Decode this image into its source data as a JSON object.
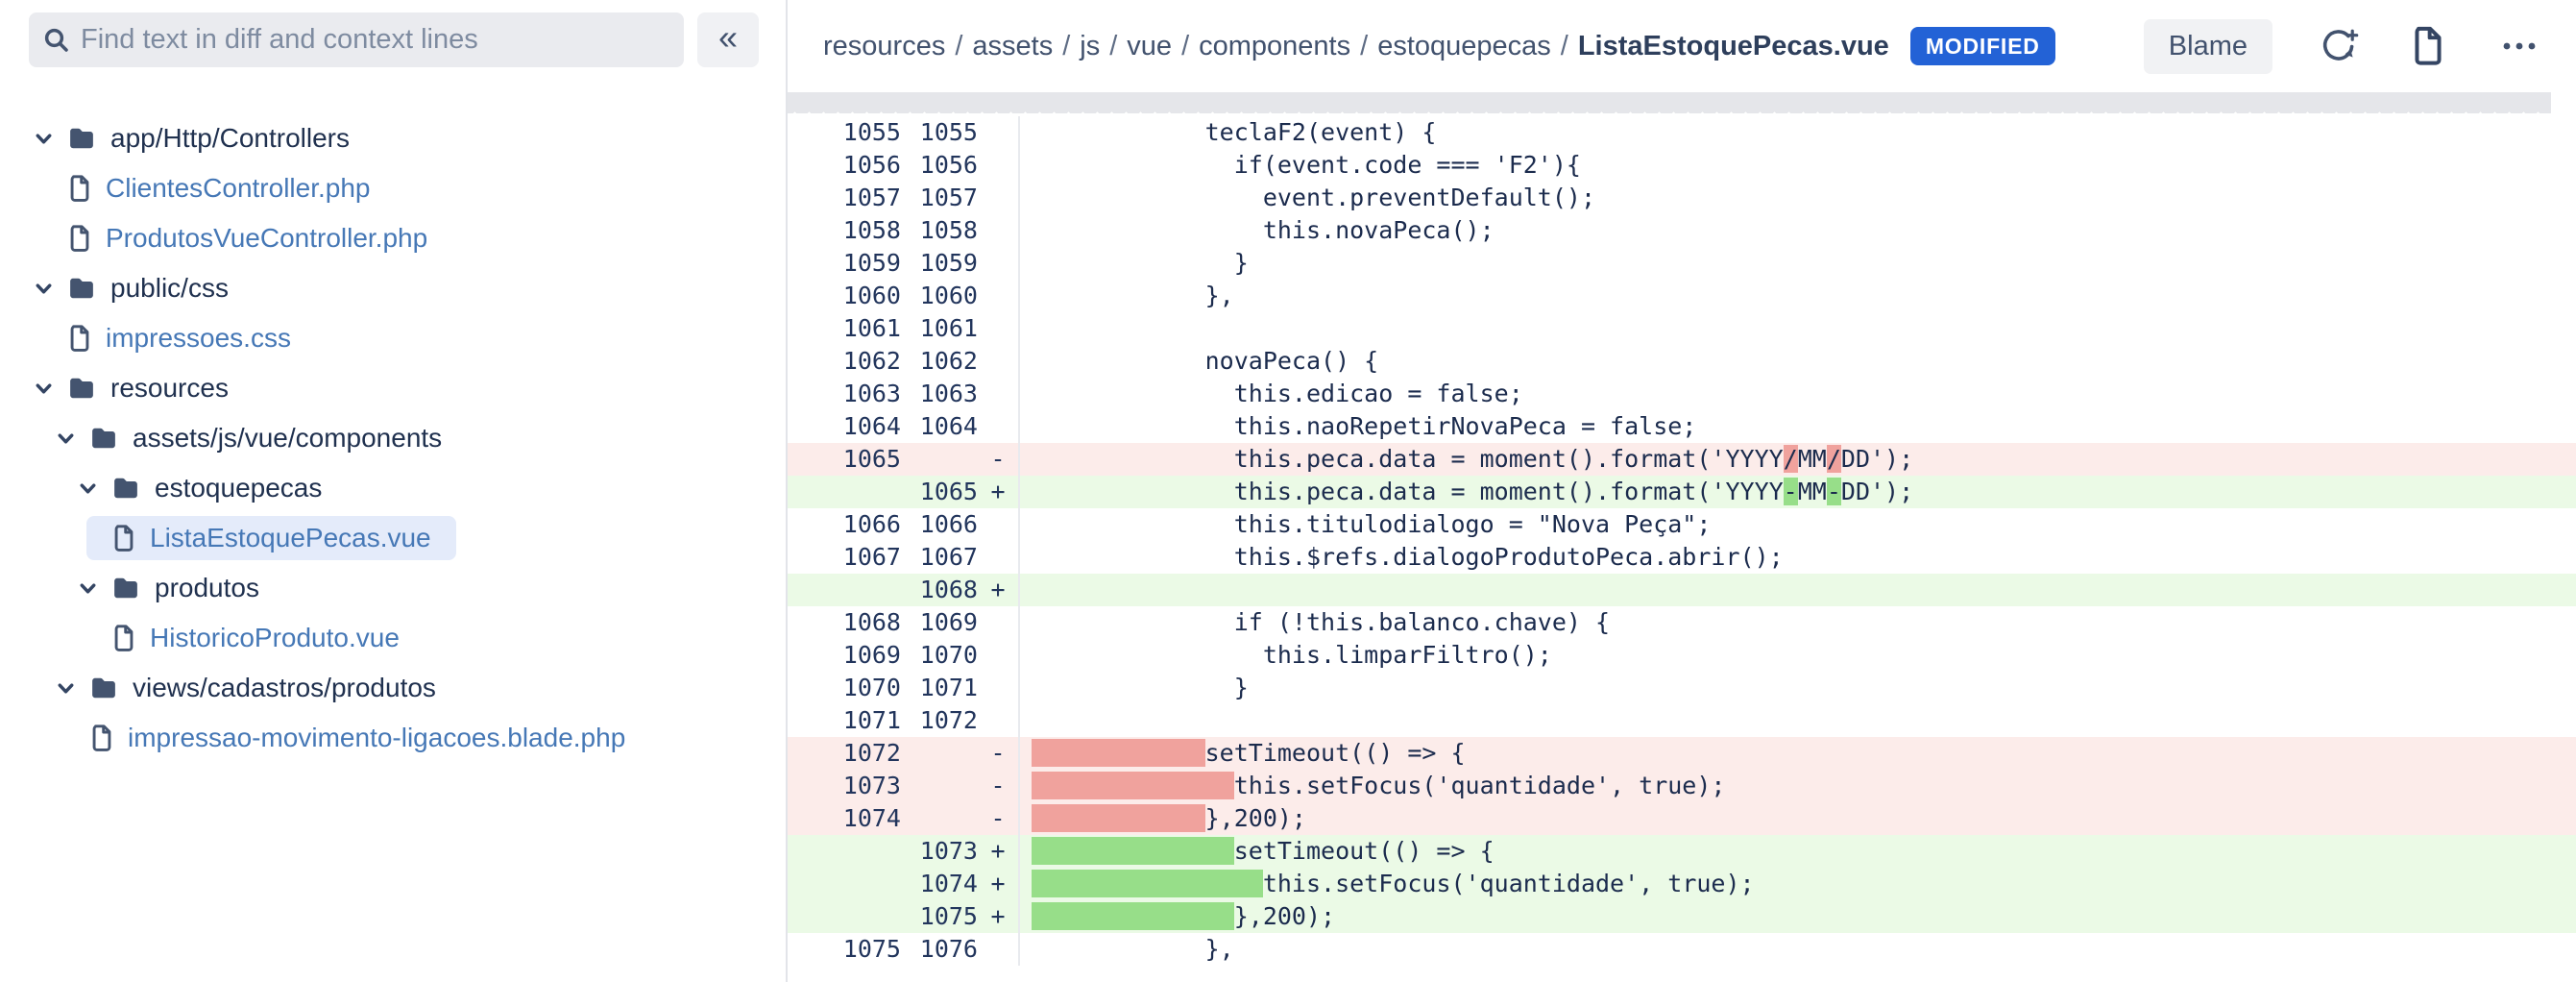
{
  "sidebar": {
    "search_placeholder": "Find text in diff and context lines",
    "collapse_button": "«",
    "tree": [
      {
        "type": "folder",
        "level": 0,
        "label": "app/Http/Controllers"
      },
      {
        "type": "file",
        "level": 1,
        "label": "ClientesController.php"
      },
      {
        "type": "file",
        "level": 1,
        "label": "ProdutosVueController.php"
      },
      {
        "type": "folder",
        "level": 0,
        "label": "public/css"
      },
      {
        "type": "file",
        "level": 1,
        "label": "impressoes.css"
      },
      {
        "type": "folder",
        "level": 0,
        "label": "resources"
      },
      {
        "type": "folder",
        "level": 1,
        "label": "assets/js/vue/components"
      },
      {
        "type": "folder",
        "level": 2,
        "label": "estoquepecas"
      },
      {
        "type": "file",
        "level": 3,
        "label": "ListaEstoquePecas.vue",
        "selected": true
      },
      {
        "type": "folder",
        "level": 2,
        "label": "produtos"
      },
      {
        "type": "file",
        "level": 3,
        "label": "HistoricoProduto.vue"
      },
      {
        "type": "folder",
        "level": 1,
        "label": "views/cadastros/produtos"
      },
      {
        "type": "file",
        "level": 2,
        "label": "impressao-movimento-ligacoes.blade.php"
      }
    ]
  },
  "header": {
    "breadcrumb_segments": [
      "resources",
      "assets",
      "js",
      "vue",
      "components",
      "estoquepecas"
    ],
    "file_name": "ListaEstoquePecas.vue",
    "status_badge": "MODIFIED",
    "blame_button": "Blame",
    "action_icons": [
      "add-comment-icon",
      "view-file-icon",
      "more-options-icon"
    ]
  },
  "diff": {
    "rows": [
      {
        "old": "1055",
        "new": "1055",
        "marker": "",
        "kind": "context",
        "segments": [
          {
            "text": "            teclaF2(event) {"
          }
        ]
      },
      {
        "old": "1056",
        "new": "1056",
        "marker": "",
        "kind": "context",
        "segments": [
          {
            "text": "              if(event.code === 'F2'){"
          }
        ]
      },
      {
        "old": "1057",
        "new": "1057",
        "marker": "",
        "kind": "context",
        "segments": [
          {
            "text": "                event.preventDefault();"
          }
        ]
      },
      {
        "old": "1058",
        "new": "1058",
        "marker": "",
        "kind": "context",
        "segments": [
          {
            "text": "                this.novaPeca();"
          }
        ]
      },
      {
        "old": "1059",
        "new": "1059",
        "marker": "",
        "kind": "context",
        "segments": [
          {
            "text": "              }"
          }
        ]
      },
      {
        "old": "1060",
        "new": "1060",
        "marker": "",
        "kind": "context",
        "segments": [
          {
            "text": "            },"
          }
        ]
      },
      {
        "old": "1061",
        "new": "1061",
        "marker": "",
        "kind": "context",
        "segments": [
          {
            "text": ""
          }
        ]
      },
      {
        "old": "1062",
        "new": "1062",
        "marker": "",
        "kind": "context",
        "segments": [
          {
            "text": "            novaPeca() {"
          }
        ]
      },
      {
        "old": "1063",
        "new": "1063",
        "marker": "",
        "kind": "context",
        "segments": [
          {
            "text": "              this.edicao = false;"
          }
        ]
      },
      {
        "old": "1064",
        "new": "1064",
        "marker": "",
        "kind": "context",
        "segments": [
          {
            "text": "              this.naoRepetirNovaPeca = false;"
          }
        ]
      },
      {
        "old": "1065",
        "new": "",
        "marker": "-",
        "kind": "removed",
        "segments": [
          {
            "text": "              this.peca.data = moment().format('YYYY"
          },
          {
            "text": "/",
            "hl": true
          },
          {
            "text": "MM"
          },
          {
            "text": "/",
            "hl": true
          },
          {
            "text": "DD');"
          }
        ]
      },
      {
        "old": "",
        "new": "1065",
        "marker": "+",
        "kind": "added",
        "segments": [
          {
            "text": "              this.peca.data = moment().format('YYYY"
          },
          {
            "text": "-",
            "hl": true
          },
          {
            "text": "MM"
          },
          {
            "text": "-",
            "hl": true
          },
          {
            "text": "DD');"
          }
        ]
      },
      {
        "old": "1066",
        "new": "1066",
        "marker": "",
        "kind": "context",
        "segments": [
          {
            "text": "              this.titulodialogo = \"Nova Peça\";"
          }
        ]
      },
      {
        "old": "1067",
        "new": "1067",
        "marker": "",
        "kind": "context",
        "segments": [
          {
            "text": "              this.$refs.dialogoProdutoPeca.abrir();"
          }
        ]
      },
      {
        "old": "",
        "new": "1068",
        "marker": "+",
        "kind": "added",
        "segments": [
          {
            "text": ""
          }
        ]
      },
      {
        "old": "1068",
        "new": "1069",
        "marker": "",
        "kind": "context",
        "segments": [
          {
            "text": "              if (!this.balanco.chave) {"
          }
        ]
      },
      {
        "old": "1069",
        "new": "1070",
        "marker": "",
        "kind": "context",
        "segments": [
          {
            "text": "                this.limparFiltro();"
          }
        ]
      },
      {
        "old": "1070",
        "new": "1071",
        "marker": "",
        "kind": "context",
        "segments": [
          {
            "text": "              }"
          }
        ]
      },
      {
        "old": "1071",
        "new": "1072",
        "marker": "",
        "kind": "context",
        "segments": [
          {
            "text": ""
          }
        ]
      },
      {
        "old": "1072",
        "new": "",
        "marker": "-",
        "kind": "removed",
        "segments": [
          {
            "text": "            ",
            "hl": true
          },
          {
            "text": "setTimeout(() => {"
          }
        ]
      },
      {
        "old": "1073",
        "new": "",
        "marker": "-",
        "kind": "removed",
        "segments": [
          {
            "text": "              ",
            "hl": true
          },
          {
            "text": "this.setFocus('quantidade', true);"
          }
        ]
      },
      {
        "old": "1074",
        "new": "",
        "marker": "-",
        "kind": "removed",
        "segments": [
          {
            "text": "            ",
            "hl": true
          },
          {
            "text": "},200);"
          }
        ]
      },
      {
        "old": "",
        "new": "1073",
        "marker": "+",
        "kind": "added",
        "segments": [
          {
            "text": "              ",
            "hl": true
          },
          {
            "text": "setTimeout(() => {"
          }
        ]
      },
      {
        "old": "",
        "new": "1074",
        "marker": "+",
        "kind": "added",
        "segments": [
          {
            "text": "                ",
            "hl": true
          },
          {
            "text": "this.setFocus('quantidade', true);"
          }
        ]
      },
      {
        "old": "",
        "new": "1075",
        "marker": "+",
        "kind": "added",
        "segments": [
          {
            "text": "              ",
            "hl": true
          },
          {
            "text": "},200);"
          }
        ]
      },
      {
        "old": "1075",
        "new": "1076",
        "marker": "",
        "kind": "context",
        "segments": [
          {
            "text": "            },"
          }
        ]
      }
    ]
  },
  "colors": {
    "badge_bg": "#2362D6",
    "file_link_blue": "#4678B6",
    "selected_row_bg": "#E4EBFA",
    "removed_row_bg": "#FCECEA",
    "removed_word_bg": "#F0A29D",
    "added_row_bg": "#EBFAE6",
    "added_word_bg": "#97DE89"
  }
}
